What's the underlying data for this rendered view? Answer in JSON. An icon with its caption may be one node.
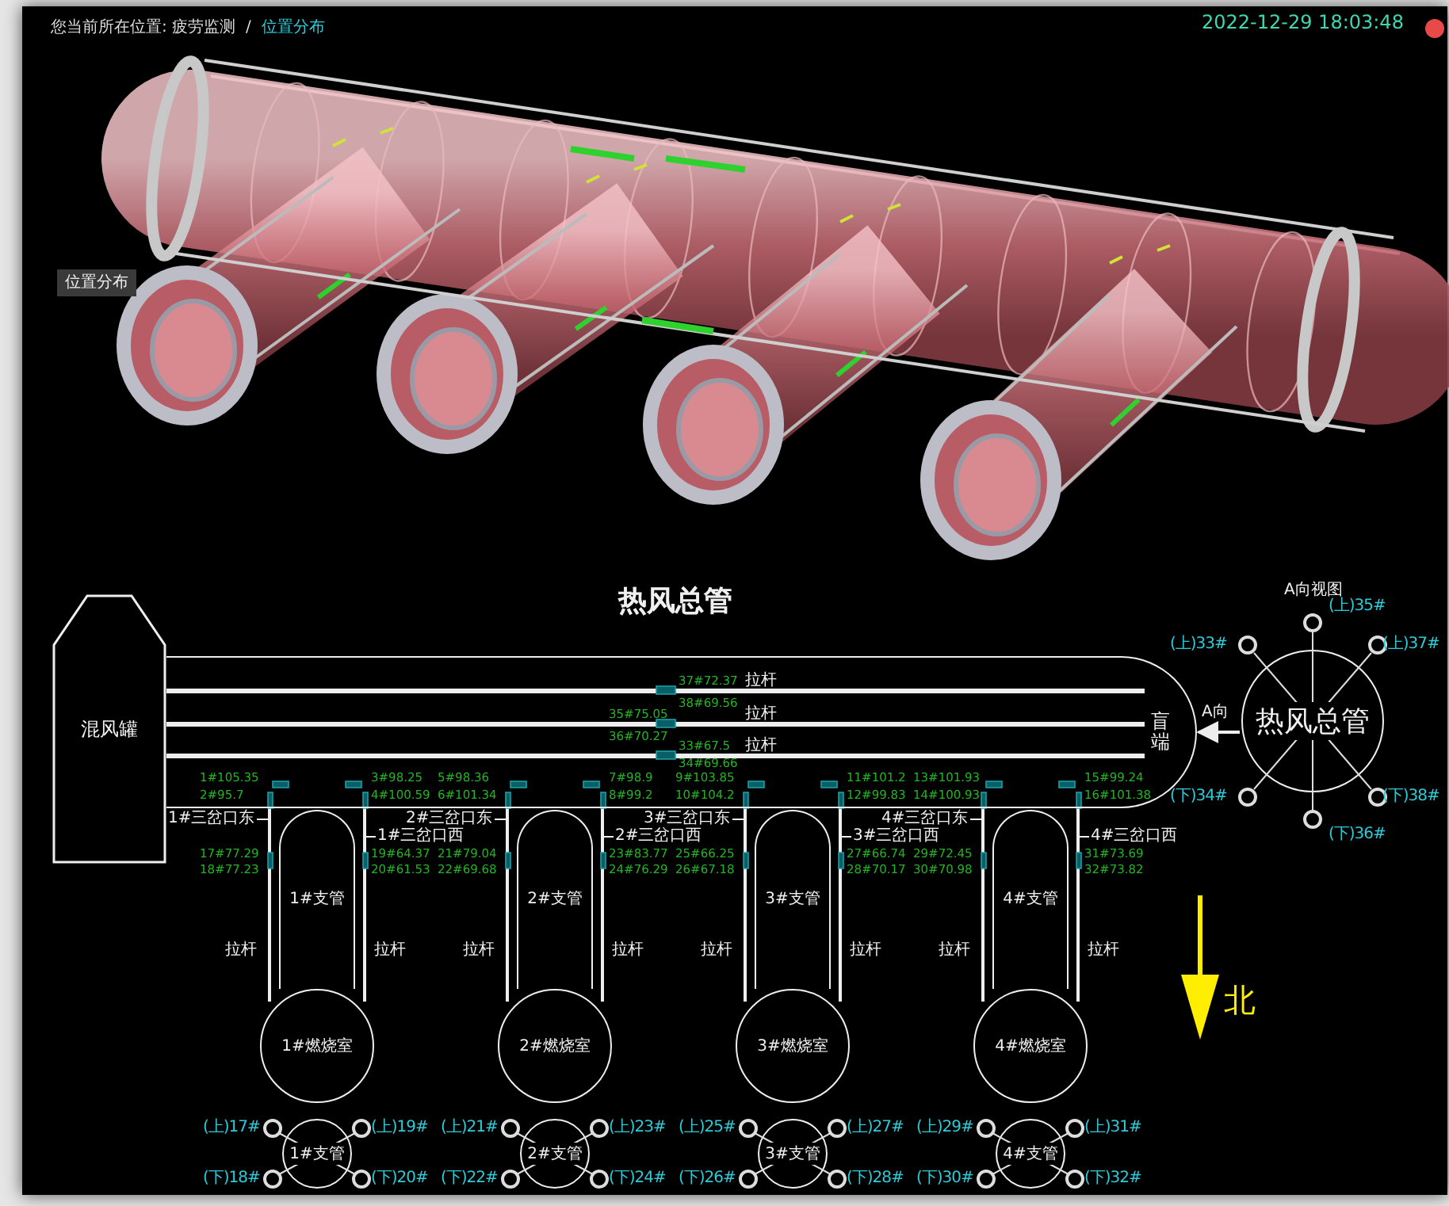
{
  "diagram": {
    "title": "热风总管",
    "nodes": [
      {
        "text": [
          "混风罐"
        ]
      },
      {
        "text": [
          "盲端"
        ]
      },
      {
        "text": [
          "1#支管"
        ]
      },
      {
        "text": [
          "2#支管"
        ]
      },
      {
        "text": [
          "3#支管"
        ]
      },
      {
        "text": [
          "4#支管"
        ]
      },
      {
        "text": [
          "1#燃烧室"
        ]
      },
      {
        "text": [
          "2#燃烧室"
        ]
      },
      {
        "text": [
          "3#燃烧室"
        ]
      },
      {
        "text": [
          "4#燃烧室"
        ]
      },
      {
        "text": [
          "热风总管"
        ],
        "beside": [
          "A向视图"
        ]
      },
      {
        "text": [
          "1#支管"
        ]
      },
      {
        "text": [
          "2#支管"
        ]
      },
      {
        "text": [
          "3#支管"
        ]
      },
      {
        "text": [
          "4#支管"
        ]
      },
      {
        "text": [
          "1#三岔口东"
        ]
      },
      {
        "text": [
          "1#三岔口西"
        ]
      },
      {
        "text": [
          "2#三岔口东"
        ]
      },
      {
        "text": [
          "2#三岔口西"
        ]
      },
      {
        "text": [
          "3#三岔口东"
        ]
      },
      {
        "text": [
          "3#三岔口西"
        ]
      },
      {
        "text": [
          "4#三岔口东"
        ]
      },
      {
        "text": [
          "4#三岔口西"
        ]
      }
    ],
    "edges": [
      {
        "from": 15,
        "to": null,
        "arrow": "none"
      },
      {
        "from": 16,
        "to": null,
        "arrow": "none"
      },
      {
        "from": 17,
        "to": null,
        "arrow": "none"
      },
      {
        "from": 18,
        "to": null,
        "arrow": "none"
      },
      {
        "from": 19,
        "to": null,
        "arrow": "none"
      },
      {
        "from": 20,
        "to": null,
        "arrow": "none"
      },
      {
        "from": 21,
        "to": null,
        "arrow": "none"
      },
      {
        "from": 22,
        "to": null,
        "arrow": "none"
      },
      {
        "from": 10,
        "to": 1,
        "arrow": "to",
        "label": "A向"
      }
    ],
    "labels": [
      "您当前所在位置: 疲劳监测",
      "/",
      "位置分布",
      "2022-12-29 18:03:48",
      "位置分布",
      "37#72.37",
      "38#69.56",
      "35#75.05",
      "36#70.27",
      "33#67.5",
      "34#69.66",
      "拉杆",
      "拉杆",
      "拉杆",
      "1#105.35",
      "3#98.25",
      "5#98.36",
      "7#98.9",
      "9#103.85",
      "11#101.2",
      "13#101.93",
      "15#99.24",
      "2#95.7",
      "4#100.59",
      "6#101.34",
      "8#99.2",
      "10#104.2",
      "12#99.83",
      "14#100.93",
      "16#101.38",
      "17#77.29",
      "19#64.37",
      "21#79.04",
      "23#83.77",
      "25#66.25",
      "27#66.74",
      "29#72.45",
      "31#73.69",
      "18#77.23",
      "20#61.53",
      "22#69.68",
      "24#76.29",
      "26#67.18",
      "28#70.17",
      "30#70.98",
      "32#73.82",
      "拉杆",
      "拉杆",
      "拉杆",
      "拉杆",
      "拉杆",
      "拉杆",
      "拉杆",
      "拉杆",
      "(上)35#",
      "(上)33#",
      "(上)37#",
      "(下)34#",
      "(下)38#",
      "(下)36#",
      "北",
      "(上)17#",
      "(上)19#",
      "(上)21#",
      "(上)23#",
      "(上)25#",
      "(上)27#",
      "(上)29#",
      "(上)31#",
      "(下)18#",
      "(下)20#",
      "(下)22#",
      "(下)24#",
      "(下)26#",
      "(下)28#",
      "(下)30#",
      "(下)32#"
    ]
  }
}
